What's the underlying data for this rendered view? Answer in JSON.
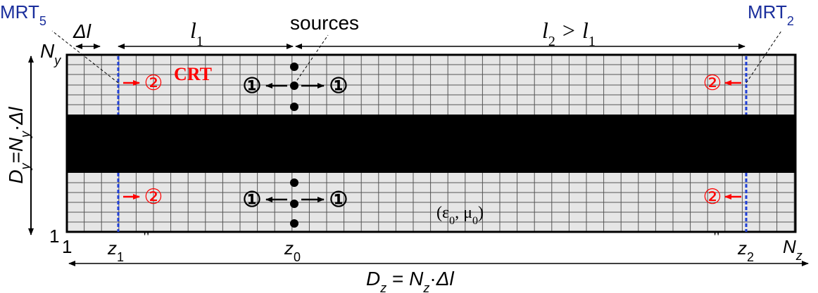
{
  "colors": {
    "grid_fill": "#e6e6e6",
    "grid_line": "#555555",
    "waveguide_strip": "#000000",
    "mrt_line": "#1f3fd6",
    "mrt_label": "#1a2e9c",
    "crt_red": "#ff0000",
    "text": "#000000"
  },
  "labels": {
    "mrt5": {
      "base": "MRT",
      "sub": "5"
    },
    "mrt2": {
      "base": "MRT",
      "sub": "2"
    },
    "delta_l": "Δl",
    "l1": {
      "base": "l",
      "sub": "1"
    },
    "sources": "sources",
    "l2_relation": {
      "l2_base": "l",
      "l2_sub": "2",
      "op": ">",
      "l1_base": "l",
      "l1_sub": "1"
    },
    "ny": {
      "base": "N",
      "sub": "y"
    },
    "crt": "CRT",
    "dy_equation": {
      "d": "D",
      "d_sub": "y",
      "eq": "=",
      "n": "N",
      "n_sub": "y",
      "dot": "·",
      "dl": "Δl"
    },
    "one_y": "1",
    "one_z": "1",
    "z1": {
      "base": "z",
      "sub": "1"
    },
    "z0": {
      "base": "z",
      "sub": "0"
    },
    "z2": {
      "base": "z",
      "sub": "2"
    },
    "nz": {
      "base": "N",
      "sub": "z"
    },
    "medium": {
      "open": "(",
      "eps": "ε",
      "eps_sub": "0",
      "comma": ", ",
      "mu": "μ",
      "mu_sub": "0",
      "close": ")"
    },
    "dz_equation": {
      "d": "D",
      "d_sub": "z",
      "eq": " = ",
      "n": "N",
      "n_sub": "z",
      "dot": "·",
      "dl": "Δl"
    },
    "circled_one": "①",
    "circled_two": "②",
    "break_mark": "\""
  }
}
